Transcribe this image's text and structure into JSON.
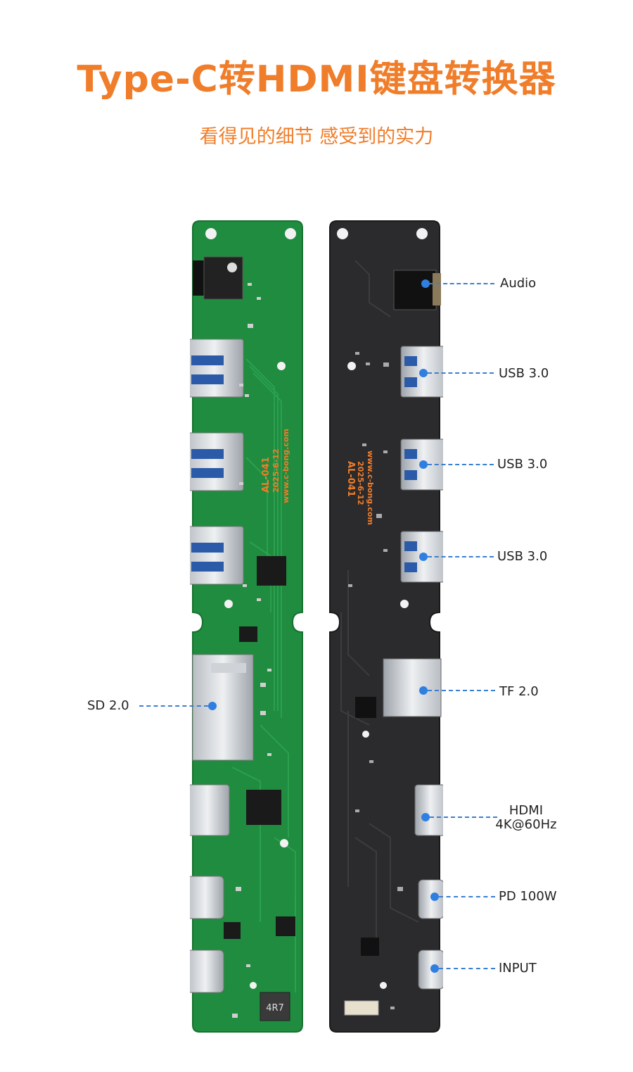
{
  "header": {
    "title": "Type-C转HDMI键盘转换器",
    "subtitle": "看得见的细节 感受到的实力"
  },
  "board_front": {
    "model": "AL-041",
    "date": "2025-6-12",
    "url": "www.c-bong.com",
    "inductor_mark": "4R7"
  },
  "board_back": {
    "model": "AL-041",
    "date": "2025-6-12",
    "url": "www.c-bong.com"
  },
  "callouts": {
    "audio": "Audio",
    "usb1": "USB 3.0",
    "usb2": "USB 3.0",
    "usb3": "USB 3.0",
    "tf": "TF 2.0",
    "sd": "SD 2.0",
    "hdmi_line1": "HDMI",
    "hdmi_line2": "4K@60Hz",
    "pd": "PD 100W",
    "input": "INPUT"
  },
  "colors": {
    "accent": "#f07d2a",
    "pcb_green": "#1f8c3f",
    "pcb_black": "#2b2b2d",
    "callout_line": "#3b7fd0"
  }
}
